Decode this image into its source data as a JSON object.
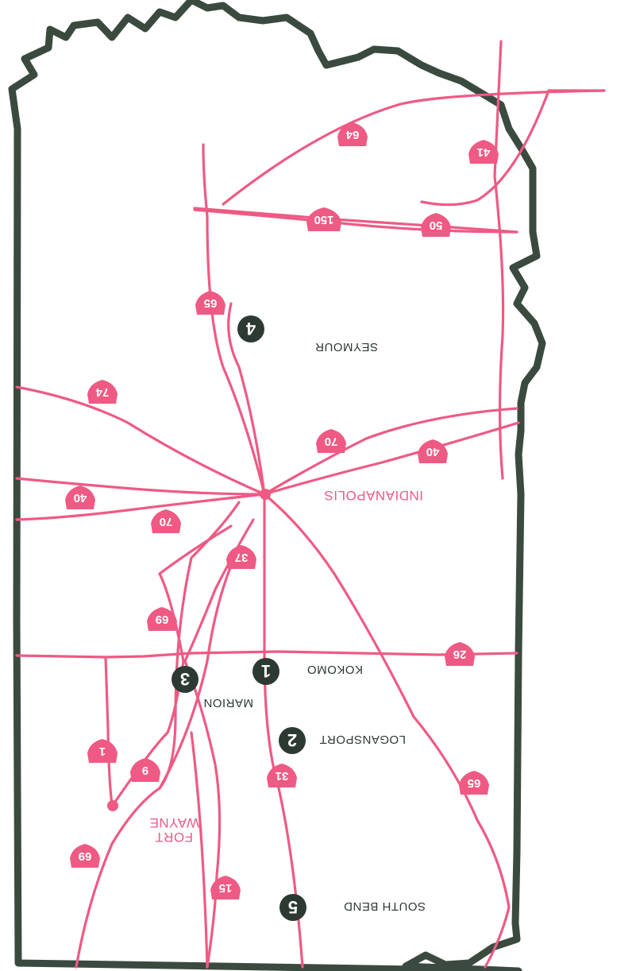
{
  "colors": {
    "border": "#3b4a3f",
    "road": "#ee5a84",
    "shield": "#ee5a84",
    "marker": "#2c3a33",
    "label": "#2c3a33",
    "major_city": "#ee5a84"
  },
  "orientation": "rotated-180",
  "highway_shields": [
    "64",
    "41",
    "150",
    "50",
    "65",
    "74",
    "70",
    "40",
    "40",
    "70",
    "37",
    "69",
    "26",
    "1",
    "9",
    "31",
    "65",
    "69",
    "15"
  ],
  "cities": [
    {
      "name": "SEYMOUR",
      "number": "4"
    },
    {
      "name": "INDIANAPOLIS"
    },
    {
      "name": "KOKOMO",
      "number": "1"
    },
    {
      "name": "MARION",
      "number": "3"
    },
    {
      "name": "LOGANSPORT",
      "number": "2"
    },
    {
      "name": "FORT"
    },
    {
      "name": "WAYNE"
    },
    {
      "name": "SOUTH BEND",
      "number": "5"
    }
  ]
}
